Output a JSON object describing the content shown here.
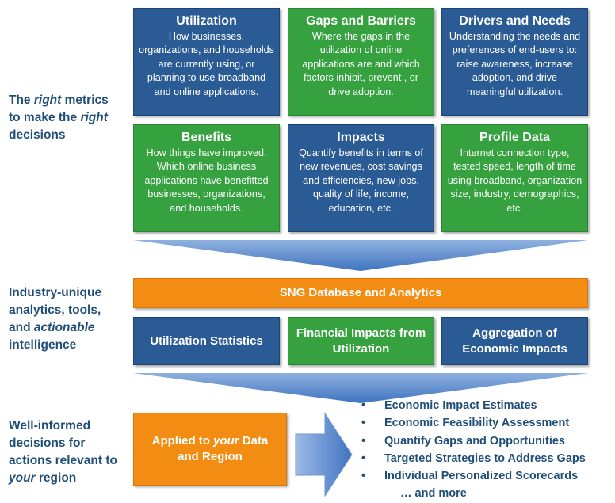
{
  "side_labels": {
    "metrics": {
      "line1_a": "The ",
      "line1_em": "right",
      "line1_b": " metrics",
      "line2_a": "to make the ",
      "line2_em": "right",
      "line3": "decisions"
    },
    "analytics": {
      "line1": "Industry-unique",
      "line2": "analytics, tools,",
      "line3_a": "and ",
      "line3_em": "actionable",
      "line4": "intelligence"
    },
    "decisions": {
      "line1": "Well-informed",
      "line2": "decisions for",
      "line3": "actions relevant to",
      "line4_em": "your",
      "line4_b": " region"
    }
  },
  "metric_boxes": [
    {
      "title": "Utilization",
      "desc": "How businesses, organizations, and households are currently using, or planning to use broadband and online applications.",
      "color": "#2a5b94"
    },
    {
      "title": "Gaps and Barriers",
      "desc": "Where the gaps in the utilization of online applications are and which factors inhibit, prevent , or drive adoption.",
      "color": "#35a23f"
    },
    {
      "title": "Drivers and Needs",
      "desc": "Understanding the needs and preferences of end-users to: raise awareness, increase adoption, and drive meaningful utilization.",
      "color": "#2a5b94"
    },
    {
      "title": "Benefits",
      "desc": "How things have improved. Which online business applications have benefitted businesses, organizations, and households.",
      "color": "#35a23f"
    },
    {
      "title": "Impacts",
      "desc": "Quantify benefits in terms of new revenues, cost savings and efficiencies, new jobs, quality of life, income, education, etc.",
      "color": "#2a5b94"
    },
    {
      "title": "Profile Data",
      "desc": "Internet connection type, tested speed, length of time using broadband, organization size, industry, demographics, etc.",
      "color": "#35a23f"
    }
  ],
  "database_bar": "SNG Database and Analytics",
  "analytics_boxes": [
    {
      "label": "Utilization Statistics",
      "color": "#2a5b94"
    },
    {
      "label": "Financial Impacts from Utilization",
      "color": "#35a23f"
    },
    {
      "label": "Aggregation of Economic Impacts",
      "color": "#2a5b94"
    }
  ],
  "applied_box": {
    "a": "Applied to ",
    "em": "your",
    "b": " Data and Region",
    "color": "#f38c12"
  },
  "outcomes": [
    "Economic Impact Estimates",
    "Economic Feasibility Assessment",
    "Quantify Gaps and Opportunities",
    "Targeted Strategies to Address Gaps",
    "Individual Personalized Scorecards"
  ],
  "bullet_symbol": "•",
  "more_text": "… and more",
  "colors": {
    "funnel": "#4a7fc8",
    "label_text": "#1f4e79",
    "arrow": "#4a7fc8"
  }
}
